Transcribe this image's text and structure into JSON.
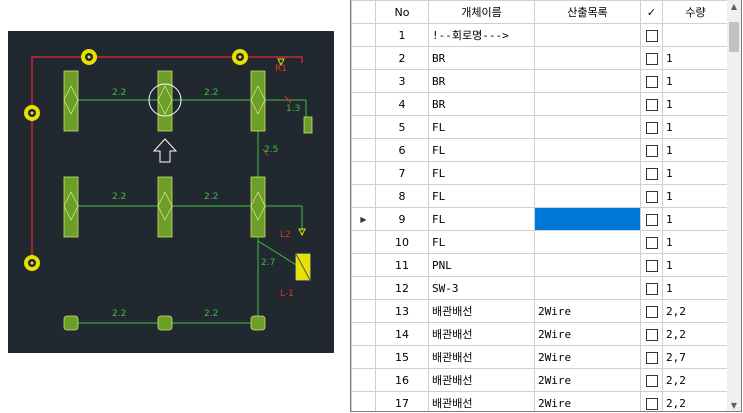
{
  "drawing": {
    "circuit_labels": [
      "R1",
      "L-1",
      "L2"
    ],
    "dimension_labels": [
      "2.2",
      "2.2",
      "1.3",
      "2.5",
      "2.2",
      "2.2",
      "2.7",
      "2.2",
      "2.2"
    ],
    "colors": {
      "background": "#212830",
      "fixture": "#6d9e2a",
      "wire": "#3fbf3f",
      "panel_wire": "#e03030",
      "outlet": "#e8e000"
    }
  },
  "grid": {
    "columns": [
      "",
      "No",
      "개체이름",
      "산출목록",
      "✓",
      "수량"
    ],
    "selected_row": 9,
    "rows": [
      {
        "no": "1",
        "name": "!--회로명--->",
        "out": "",
        "qty": ""
      },
      {
        "no": "2",
        "name": "BR",
        "out": "",
        "qty": "1"
      },
      {
        "no": "3",
        "name": "BR",
        "out": "",
        "qty": "1"
      },
      {
        "no": "4",
        "name": "BR",
        "out": "",
        "qty": "1"
      },
      {
        "no": "5",
        "name": "FL",
        "out": "",
        "qty": "1"
      },
      {
        "no": "6",
        "name": "FL",
        "out": "",
        "qty": "1"
      },
      {
        "no": "7",
        "name": "FL",
        "out": "",
        "qty": "1"
      },
      {
        "no": "8",
        "name": "FL",
        "out": "",
        "qty": "1"
      },
      {
        "no": "9",
        "name": "FL",
        "out": "",
        "qty": "1"
      },
      {
        "no": "10",
        "name": "FL",
        "out": "",
        "qty": "1"
      },
      {
        "no": "11",
        "name": "PNL",
        "out": "",
        "qty": "1"
      },
      {
        "no": "12",
        "name": "SW-3",
        "out": "",
        "qty": "1"
      },
      {
        "no": "13",
        "name": "배관배선",
        "out": "2Wire",
        "qty": "2,2"
      },
      {
        "no": "14",
        "name": "배관배선",
        "out": "2Wire",
        "qty": "2,2"
      },
      {
        "no": "15",
        "name": "배관배선",
        "out": "2Wire",
        "qty": "2,7"
      },
      {
        "no": "16",
        "name": "배관배선",
        "out": "2Wire",
        "qty": "2,2"
      },
      {
        "no": "17",
        "name": "배관배선",
        "out": "2Wire",
        "qty": "2,2"
      }
    ]
  }
}
